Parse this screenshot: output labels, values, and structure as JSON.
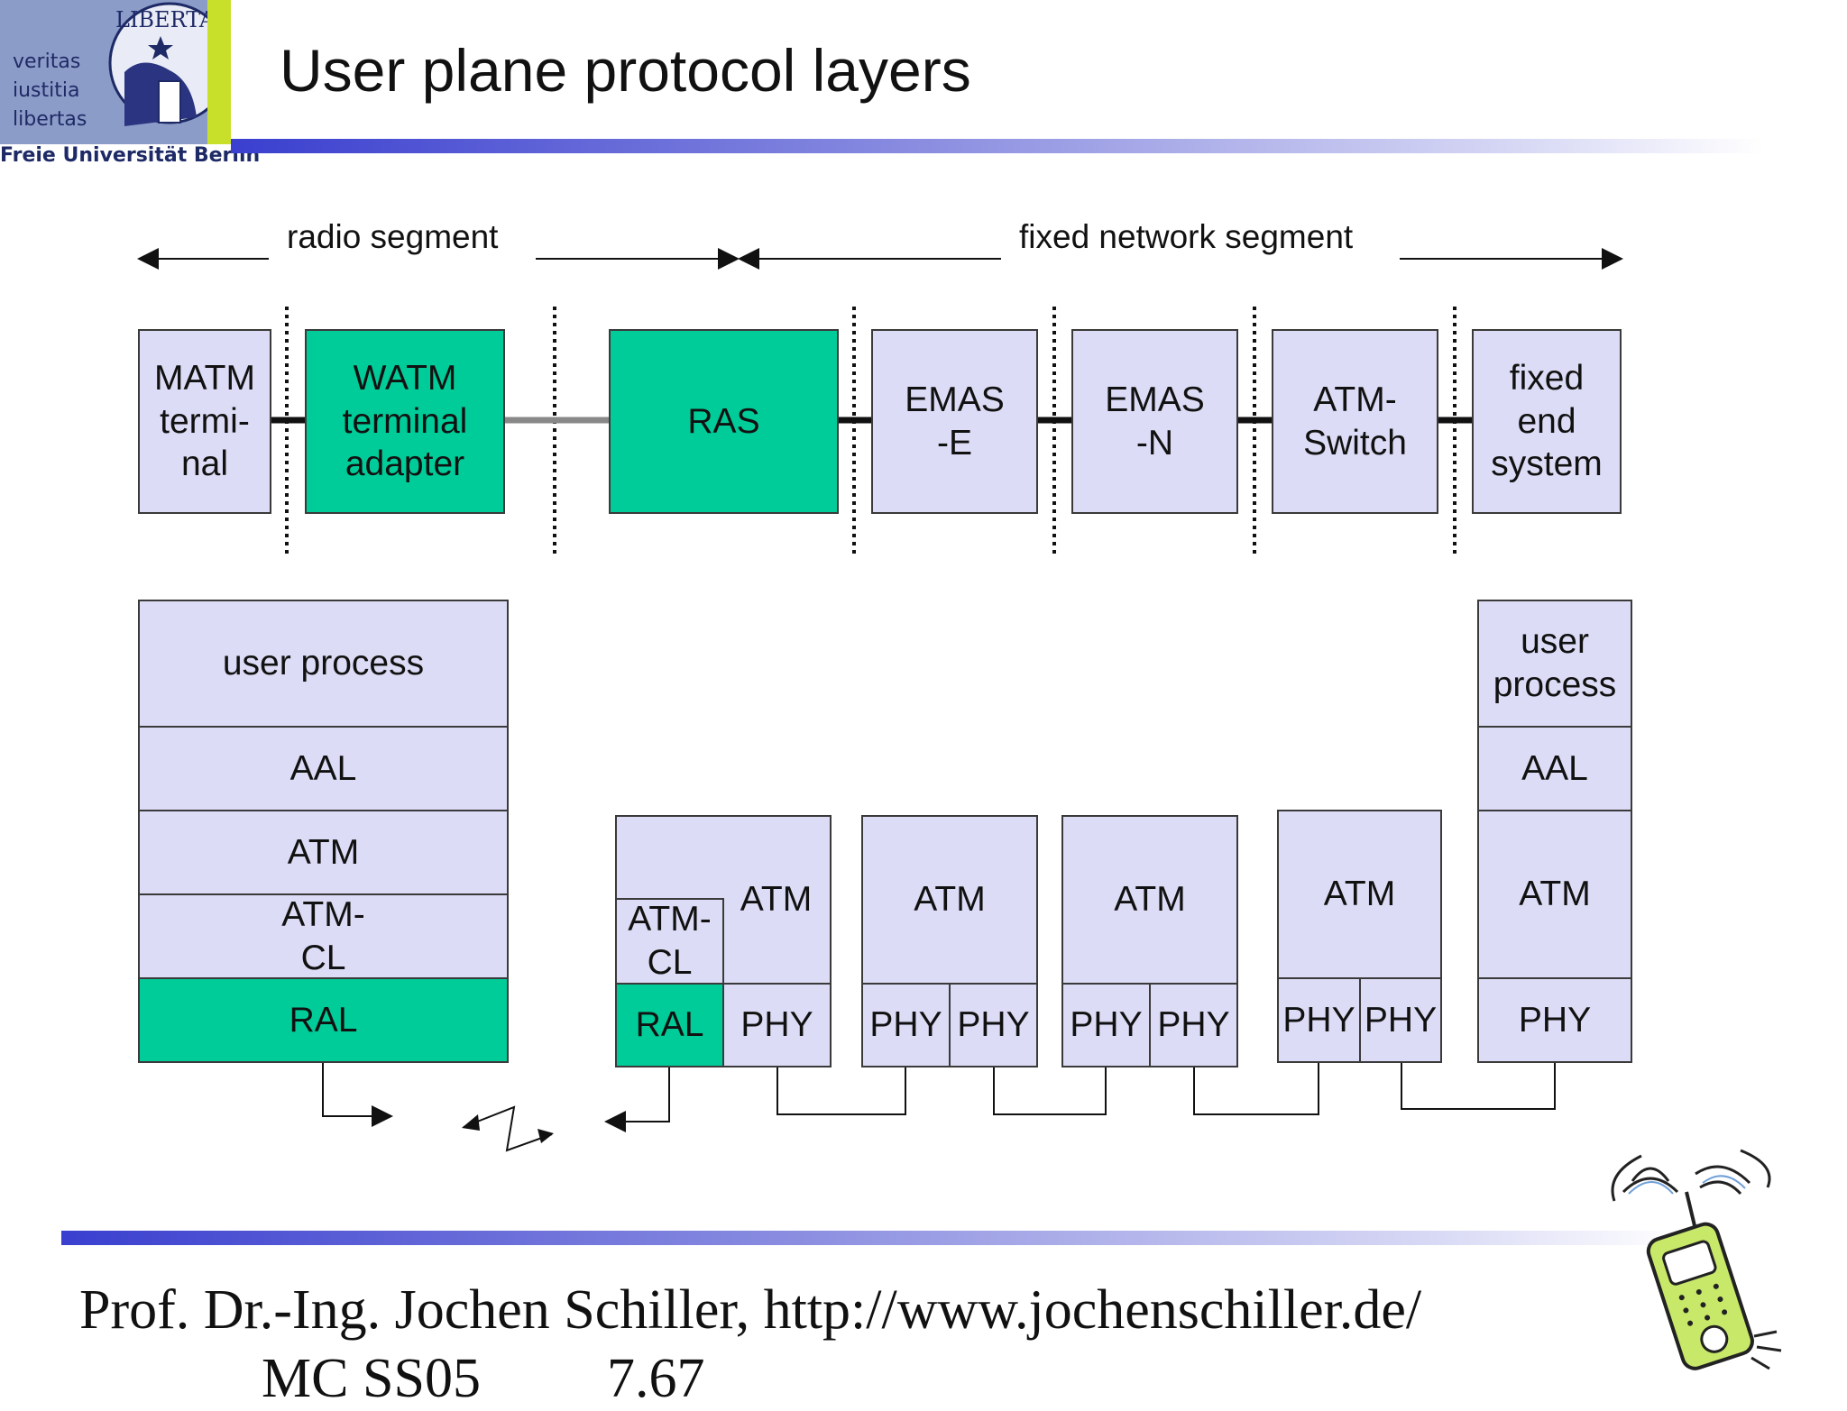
{
  "header": {
    "logo_motto": [
      "veritas",
      "iustitia",
      "libertas"
    ],
    "seal_text": "LIBERTAS",
    "university": "Freie Universität Berlin",
    "title": "User plane protocol layers"
  },
  "segments": {
    "radio": "radio segment",
    "fixed": "fixed network segment"
  },
  "nodes": {
    "matm": "MATM\ntermi-\nnal",
    "watm": "WATM\nterminal\nadapter",
    "ras": "RAS",
    "emas_e": "EMAS\n-E",
    "emas_n": "EMAS\n-N",
    "atm_switch": "ATM-\nSwitch",
    "fixed_end": "fixed\nend\nsystem"
  },
  "stacks": {
    "left": {
      "user_process": "user process",
      "aal": "AAL",
      "atm": "ATM",
      "atm_cl": "ATM-\nCL",
      "ral": "RAL"
    },
    "ras": {
      "atm": "ATM",
      "atm_cl": "ATM-\nCL",
      "ral": "RAL",
      "phy": "PHY"
    },
    "emas_e": {
      "atm": "ATM",
      "phy_left": "PHY",
      "phy_right": "PHY"
    },
    "emas_n": {
      "atm": "ATM",
      "phy_left": "PHY",
      "phy_right": "PHY"
    },
    "switch": {
      "atm": "ATM",
      "phy_left": "PHY",
      "phy_right": "PHY"
    },
    "right": {
      "user_process": "user\nprocess",
      "aal": "AAL",
      "atm": "ATM",
      "phy": "PHY"
    }
  },
  "footer": {
    "author": "Prof. Dr.-Ing. Jochen Schiller, http://www.jochenschiller.de/",
    "course": "MC SS05",
    "page": "7.67"
  },
  "colors": {
    "accent_green": "#00cc99",
    "box_fill": "#dcdcf6",
    "bar_blue": "#3a3fcf"
  },
  "icons": {
    "phone": "mobile-phone-icon"
  }
}
